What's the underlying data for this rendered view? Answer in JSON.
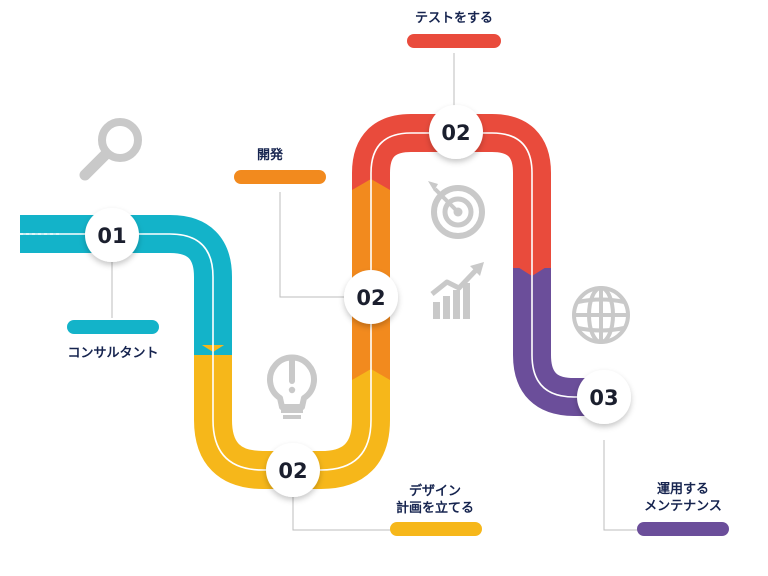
{
  "stages": [
    {
      "id": "consult",
      "number": "01",
      "label": "コンサルタント",
      "color": "#13b3c9"
    },
    {
      "id": "design",
      "number": "02",
      "label_lines": [
        "デザイン",
        "計画を立てる"
      ],
      "color": "#f6b71a"
    },
    {
      "id": "develop",
      "number": "02",
      "label": "開発",
      "color": "#f28a1e"
    },
    {
      "id": "test",
      "number": "02",
      "label": "テストをする",
      "color": "#e94b3c"
    },
    {
      "id": "operate",
      "number": "03",
      "label_lines": [
        "運用する",
        "メンテナンス"
      ],
      "color": "#6b4e9a"
    }
  ],
  "icons": [
    "search-icon",
    "lightbulb-icon",
    "target-icon",
    "growth-chart-icon",
    "globe-icon"
  ],
  "colors": {
    "label_text": "#16244f",
    "icon": "#c9c9c9",
    "leader_line": "#bdbdbd",
    "node_fill": "#ffffff"
  }
}
